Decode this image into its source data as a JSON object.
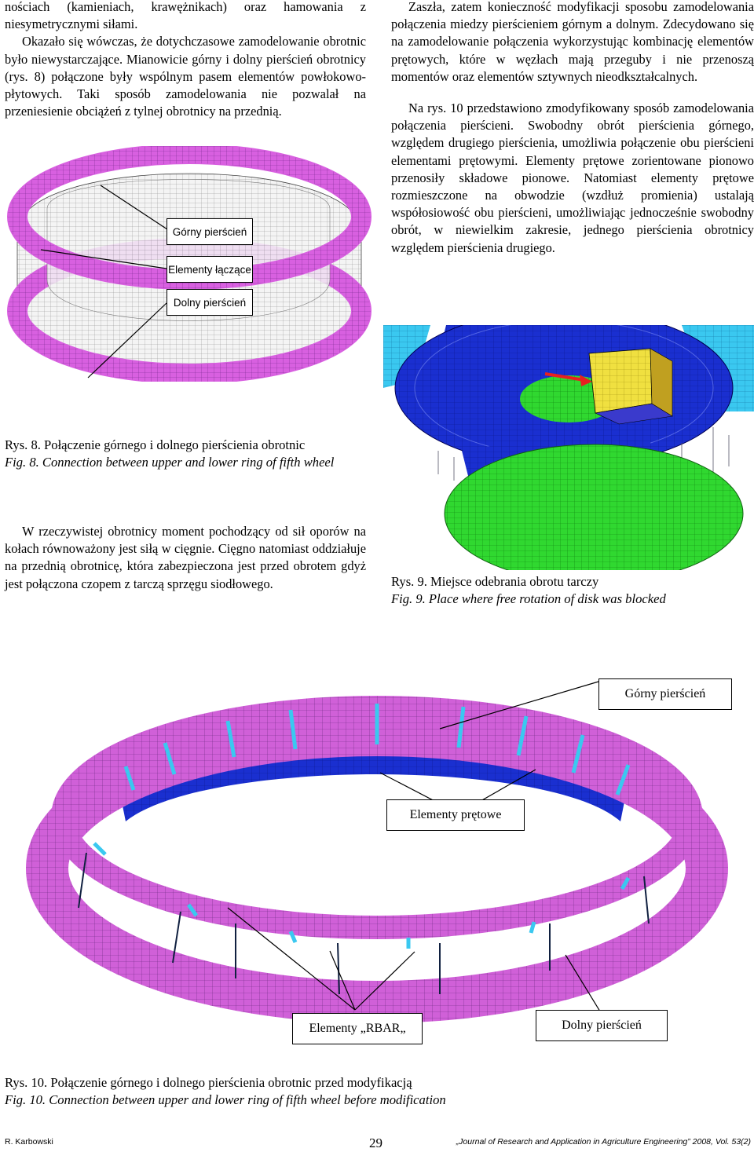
{
  "left_column": {
    "top_text": [
      "nościach (kamieniach, krawężnikach) oraz hamowania z niesymetrycznymi siłami.",
      "Okazało się wówczas, że dotychczasowe zamodelowanie obrotnic było niewystarczające. Mianowicie górny i dolny pierścień obrotnicy (rys. 8) połączone były wspólnym pasem elementów powłokowo-płytowych. Taki sposób zamodelowania nie pozwalał na przeniesienie obciążeń z tylnej obrotnicy na przednią."
    ],
    "bottom_text": "W rzeczywistej obrotnicy moment pochodzący od sił oporów na kołach równoważony jest siłą w cięgnie. Cięgno natomiast oddziałuje na przednią obrotnicę, która zabezpieczona jest przed obrotem gdyż jest połączona czopem z tarczą sprzęgu siodłowego."
  },
  "right_column": {
    "text": [
      "Zaszła, zatem konieczność modyfikacji sposobu zamodelowania połączenia miedzy pierścieniem górnym a dolnym. Zdecydowano się na zamodelowanie połączenia wykorzystując kombinację elementów prętowych, które w węzłach mają przeguby i nie przenoszą momentów oraz elementów sztywnych nieodkształcalnych.",
      "Na rys. 10 przedstawiono zmodyfikowany sposób zamodelowania połączenia pierścieni. Swobodny obrót pierścienia górnego, względem drugiego pierścienia, umożliwia połączenie obu pierścieni elementami prętowymi. Elementy prętowe zorientowane pionowo przenosiły składowe pionowe. Natomiast elementy prętowe rozmieszczone na obwodzie (wzdłuż promienia) ustalają współosiowość obu pierścieni, umożliwiając jednocześnie swobodny obrót, w niewielkim zakresie, jednego pierścienia obrotnicy względem pierścienia drugiego."
    ]
  },
  "fig8": {
    "labels": {
      "upper": "Górny pierścień",
      "connecting": "Elementy łączące",
      "lower": "Dolny pierścień"
    },
    "caption_pl": "Rys. 8. Połączenie górnego i dolnego pierścienia obrotnic",
    "caption_en": "Fig. 8. Connection between upper and lower ring of fifth wheel"
  },
  "fig9": {
    "caption_pl": "Rys. 9. Miejsce odebrania obrotu tarczy",
    "caption_en": "Fig. 9. Place where free rotation of disk was blocked"
  },
  "fig10": {
    "labels": {
      "upper": "Górny pierścień",
      "rod": "Elementy prętowe",
      "rbar": "Elementy „RBAR„",
      "lower": "Dolny pierścień"
    },
    "caption_pl": "Rys. 10. Połączenie górnego i dolnego pierścienia obrotnic przed modyfikacją",
    "caption_en": "Fig. 10. Connection between upper and lower ring of fifth wheel before modification"
  },
  "footer": {
    "author": "R. Karbowski",
    "page": "29",
    "journal": "„Journal of Research and Application in Agriculture Engineering” 2008, Vol. 53(2)"
  },
  "colors": {
    "ring_magenta": "#d860e0",
    "mesh_gray": "#c8c8c8",
    "disk_blue": "#1a2fd0",
    "disk_green": "#30d830",
    "block_yellow": "#f0e040",
    "rod_cyan": "#3ac8f0",
    "arrow_red": "#e82020"
  }
}
